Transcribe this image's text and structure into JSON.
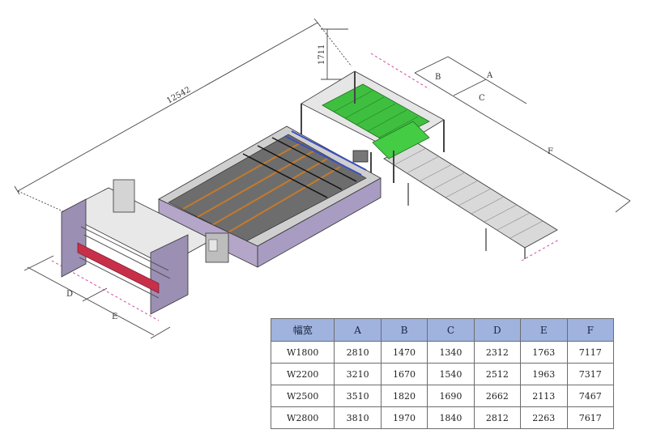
{
  "dimensions": {
    "length": "12542",
    "height": "1711",
    "labels": [
      "A",
      "B",
      "C",
      "D",
      "E",
      "F"
    ]
  },
  "table": {
    "headers": [
      "幅宽",
      "A",
      "B",
      "C",
      "D",
      "E",
      "F"
    ],
    "rows": [
      [
        "W1800",
        "2810",
        "1470",
        "1340",
        "2312",
        "1763",
        "7117"
      ],
      [
        "W2200",
        "3210",
        "1670",
        "1540",
        "2512",
        "1963",
        "7317"
      ],
      [
        "W2500",
        "3510",
        "1820",
        "1690",
        "2662",
        "2113",
        "7467"
      ],
      [
        "W2800",
        "3810",
        "1970",
        "1840",
        "2812",
        "2263",
        "7617"
      ]
    ]
  },
  "colors": {
    "header_bg": "#9fb3de",
    "conveyor_green": "#3fbf3f",
    "frame_purple": "#8f7fa8",
    "belt_red": "#c8304a",
    "dashed_pink": "#d24aa0"
  }
}
